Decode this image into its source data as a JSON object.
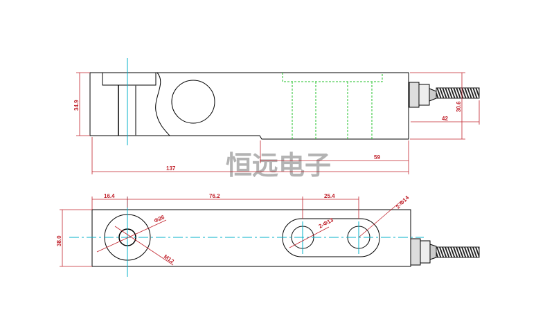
{
  "watermark": "恒远电子",
  "top_view": {
    "height_label": "34.9",
    "overall_length_label": "137",
    "beam_section_label": "59",
    "cable_length_label": "42",
    "cable_height_label": "30.6"
  },
  "bottom_view": {
    "width_label": "38.0",
    "edge_to_hole_label": "16.4",
    "hole_spacing_label": "76.2",
    "mount_hole_pitch_label": "25.4",
    "outer_diameter_label": "Φ26",
    "thread_label": "M12",
    "slot_hole_label": "2-Φ13",
    "slot_end_label": "2-Φ14"
  },
  "colors": {
    "outline": "#000000",
    "dimension": "#c0202a",
    "centerline": "#00b0c8",
    "hidden": "#22c22a"
  }
}
